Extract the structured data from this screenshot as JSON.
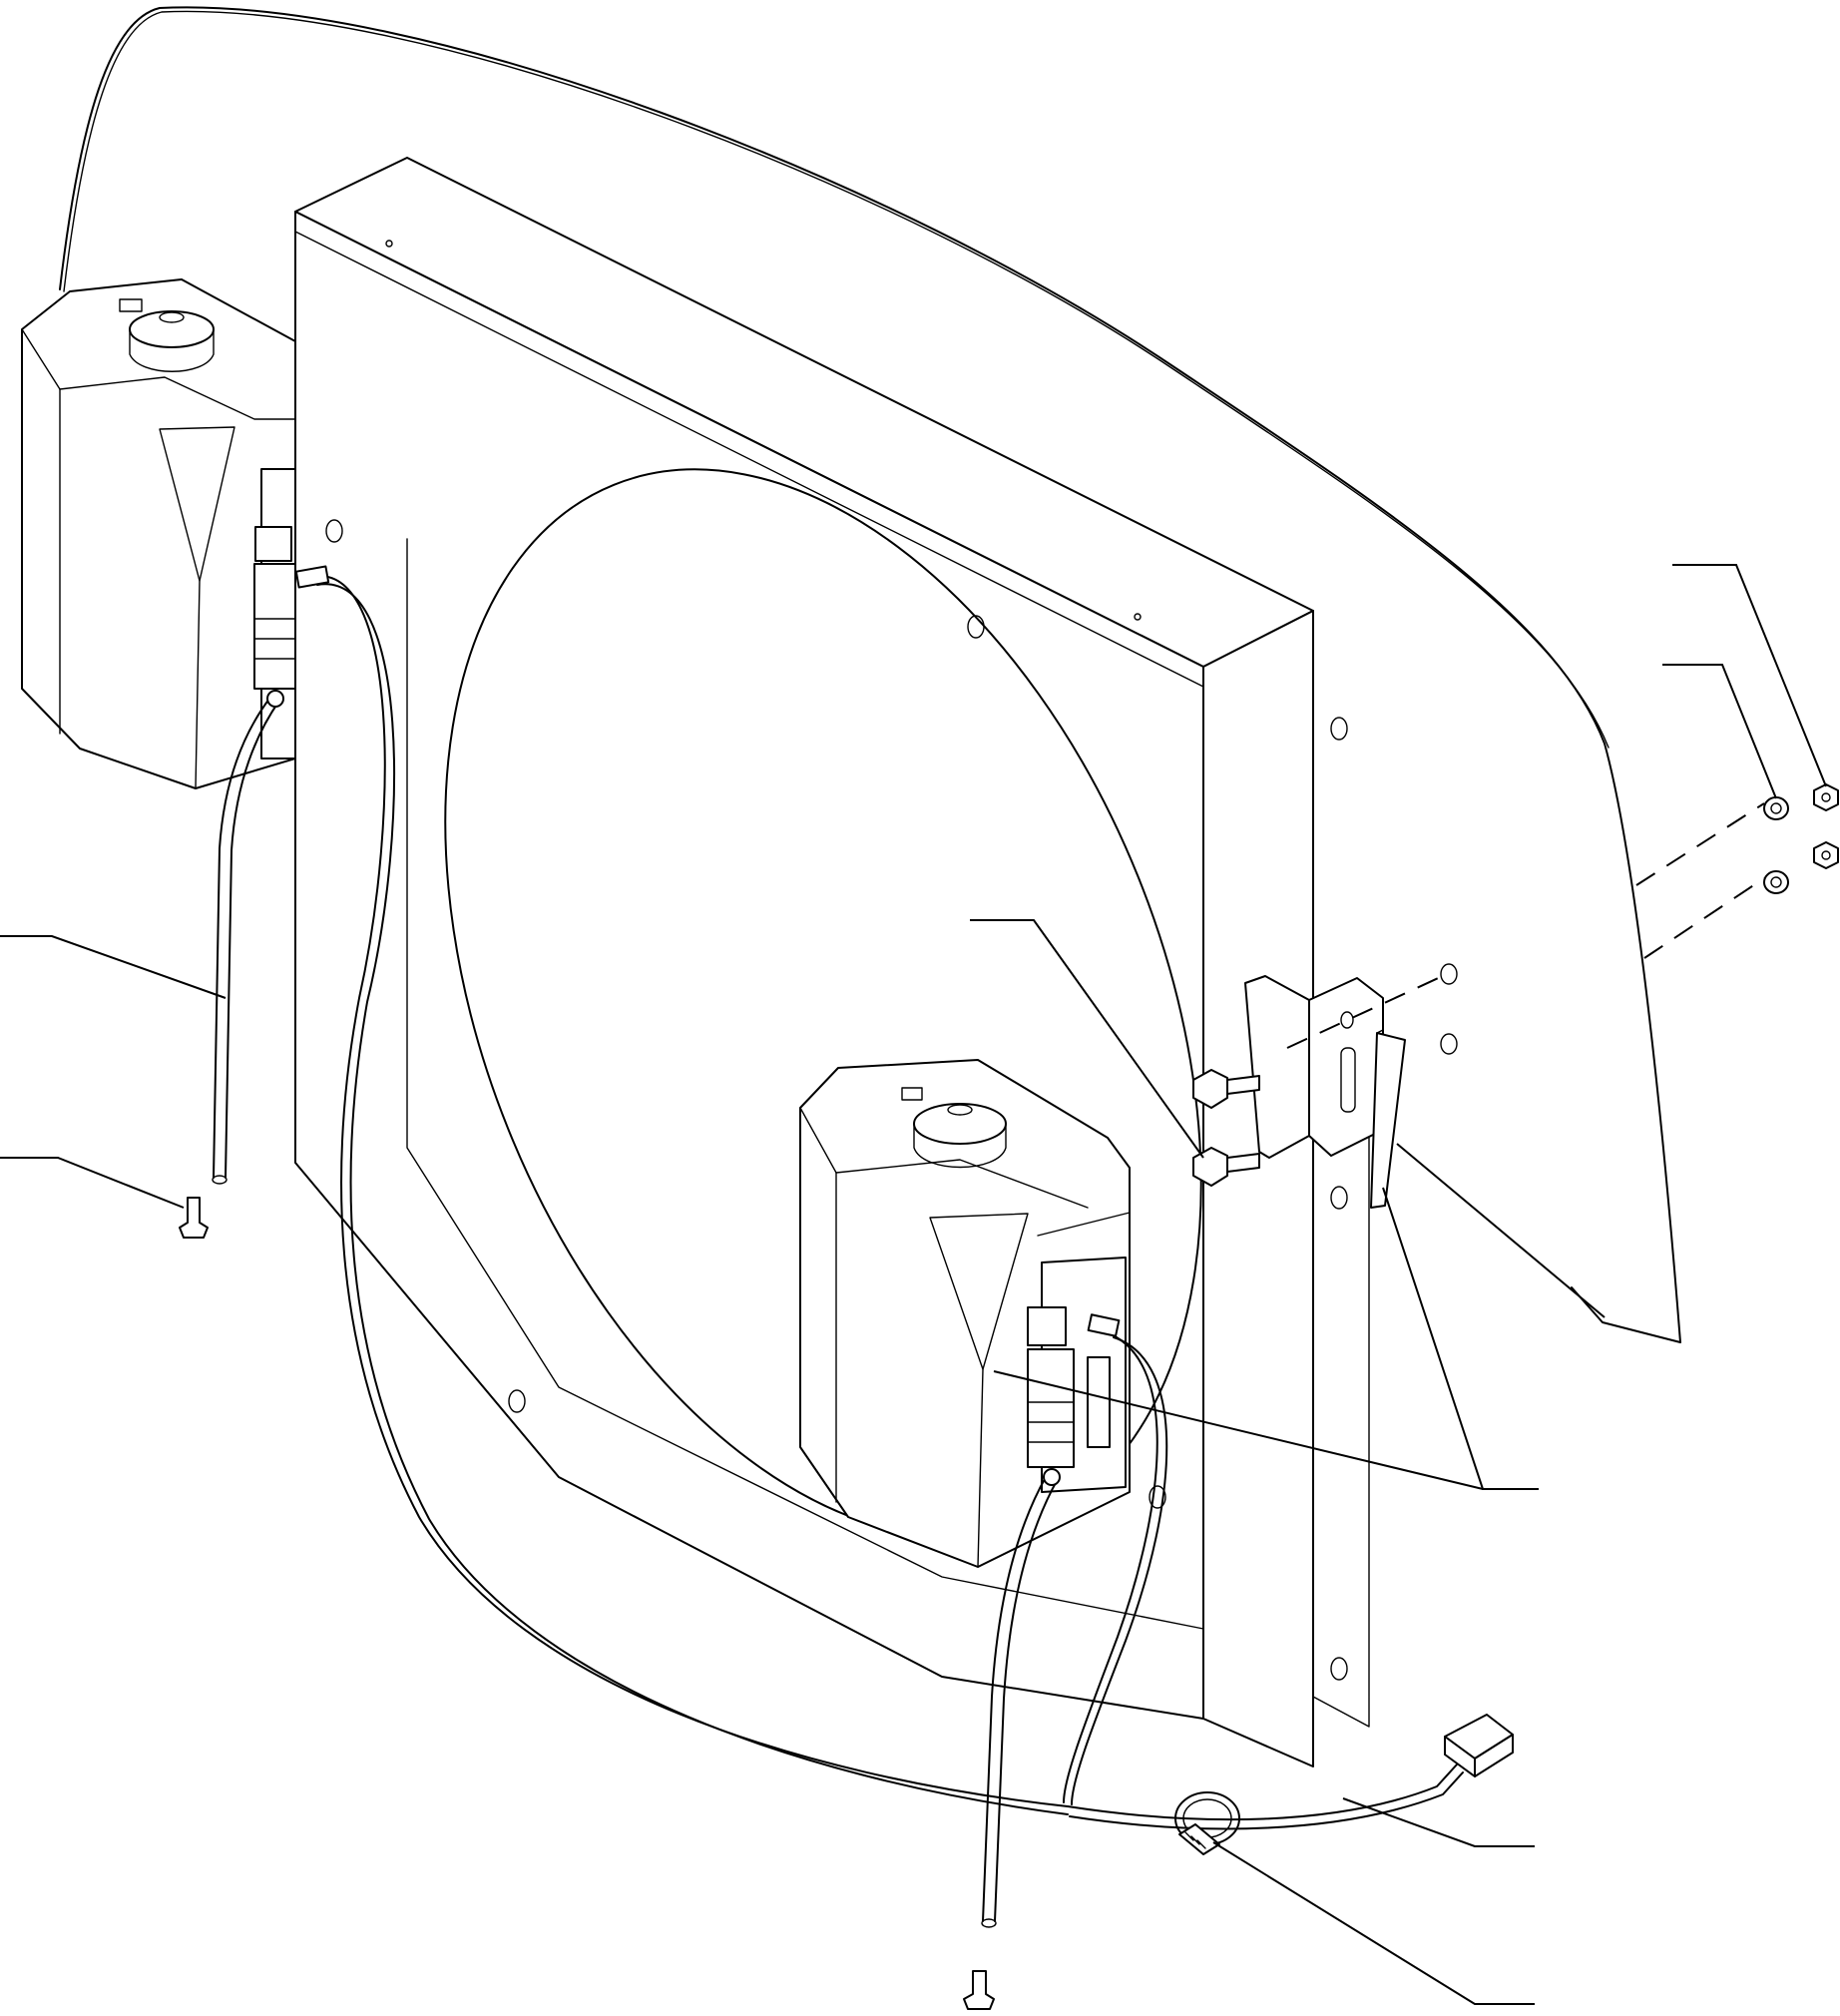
{
  "drawing": {
    "parts": [
      "screen-panel",
      "windshield-glass",
      "washer-reservoir-rear",
      "washer-reservoir-front",
      "washer-pump",
      "washer-hose",
      "wiring-harness",
      "hose-clamp",
      "mounting-bracket",
      "bolt",
      "washer",
      "nut",
      "nozzle"
    ],
    "callout_count": 10
  }
}
